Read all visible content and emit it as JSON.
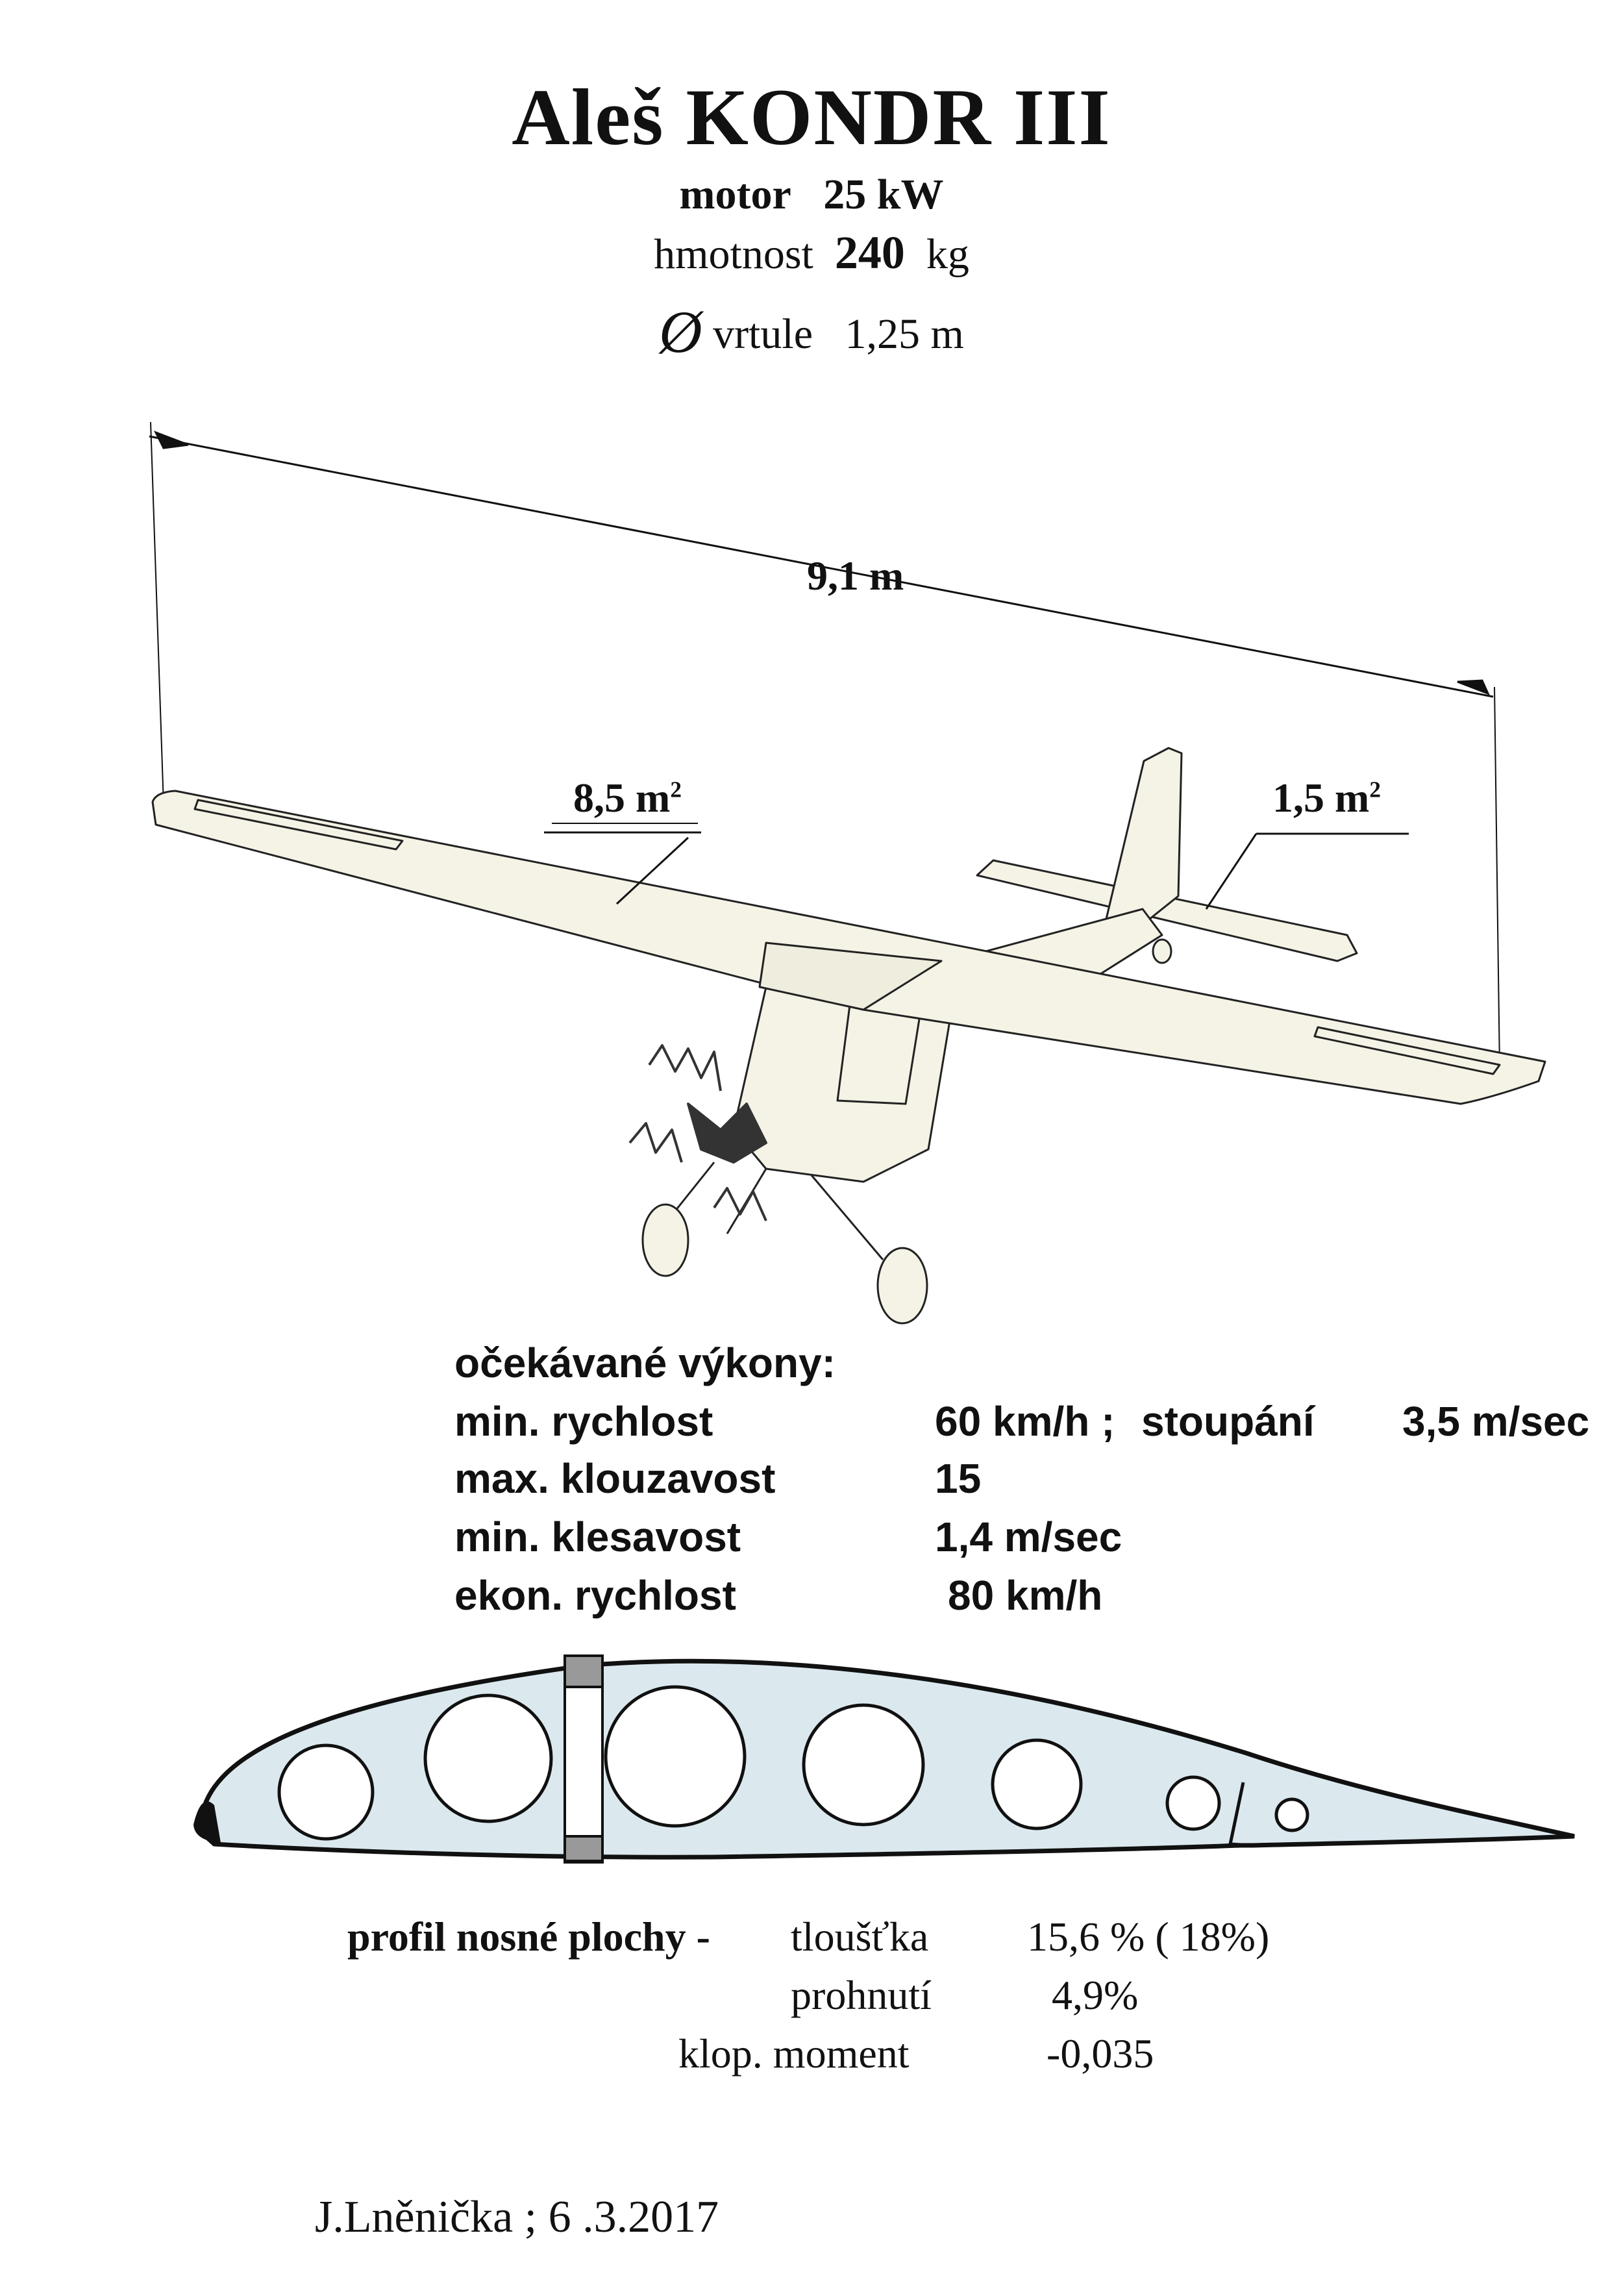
{
  "header": {
    "title": "Aleš  KONDR  III",
    "motor_label": "motor",
    "motor_value": "25 kW",
    "mass_label": "hmotnost",
    "mass_value": "240",
    "mass_unit": "kg",
    "prop_symbol": "Ø",
    "prop_label": "vrtule",
    "prop_value": "1,25 m"
  },
  "drawing": {
    "span": "9,1 m",
    "wing_area": "8,5 m",
    "wing_area_exp": "2",
    "tail_area": "1,5 m",
    "tail_area_exp": "2"
  },
  "performance": {
    "heading": "očekávané výkony:",
    "rows": [
      {
        "label": "min. rychlost",
        "value": "60 km/h ;",
        "extra_label": "stoupání",
        "extra_value": "3,5 m/sec"
      },
      {
        "label": "max. klouzavost",
        "value": "15"
      },
      {
        "label": "min. klesavost",
        "value": "1,4 m/sec"
      },
      {
        "label": "ekon. rychlost",
        "value": "80 km/h"
      }
    ]
  },
  "profile": {
    "heading": "profil nosné plochy -",
    "rows": [
      {
        "label": "tloušťka",
        "value": "15,6 % ( 18%)"
      },
      {
        "label": "prohnutí",
        "value": "4,9%"
      },
      {
        "label": "klop. moment",
        "value": "-0,035"
      }
    ]
  },
  "signature": "J.Lněnička ; 6 .3.2017",
  "colors": {
    "paper": "#ffffff",
    "ink": "#111111",
    "aircraft_fill": "#f5f3e6",
    "profile_fill": "#dbe9ef"
  }
}
